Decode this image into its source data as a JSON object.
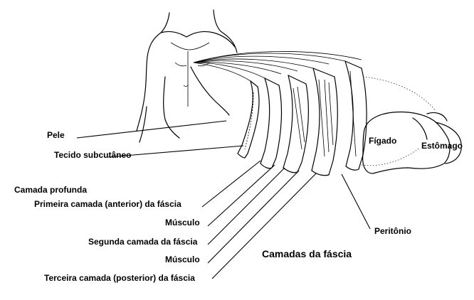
{
  "labels": {
    "pele": "Pele",
    "tecido_subcutaneo": "Tecido subcutâneo",
    "camada_profunda": "Camada profunda",
    "primeira_camada": "Primeira camada (anterior) da fáscia",
    "musculo_1": "Músculo",
    "segunda_camada": "Segunda camada da fáscia",
    "musculo_2": "Músculo",
    "terceira_camada": "Terceira camada (posterior) da fáscia",
    "peritonio": "Peritônio",
    "figado": "Fígado",
    "estomago": "Estômago",
    "title": "Camadas da fáscia"
  }
}
